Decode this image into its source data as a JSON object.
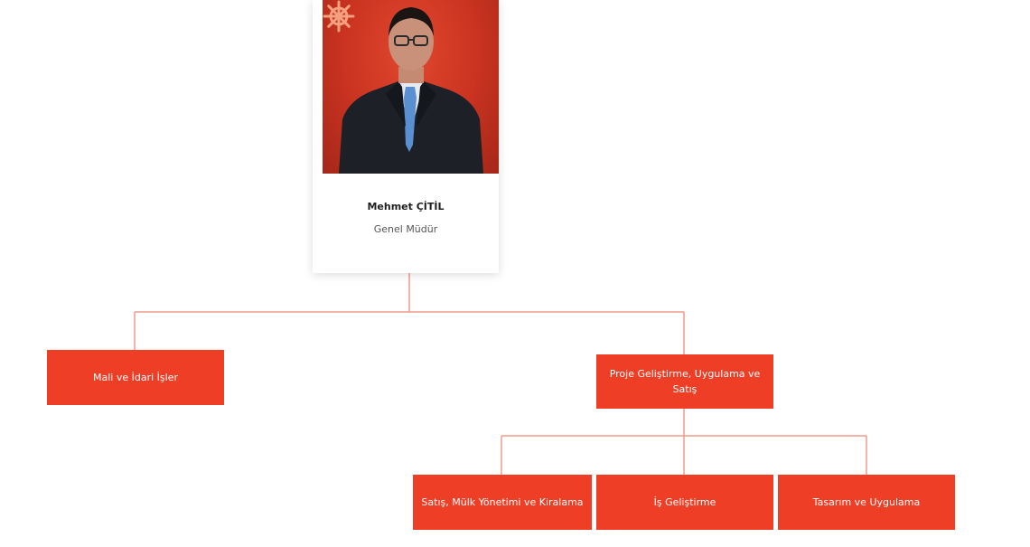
{
  "chart_data": {
    "type": "org-chart",
    "root": {
      "name": "Mehmet ÇİTİL",
      "title": "Genel Müdür",
      "children": [
        {
          "label": "Mali ve İdari İşler",
          "children": []
        },
        {
          "label": "Proje Geliştirme, Uygulama ve Satış",
          "children": [
            {
              "label": "Satış, Mülk Yönetimi ve Kiralama"
            },
            {
              "label": "İş Geliştirme"
            },
            {
              "label": "Tasarım ve Uygulama"
            }
          ]
        }
      ]
    }
  },
  "person": {
    "name": "Mehmet ÇİTİL",
    "title": "Genel Müdür",
    "badge_icon": "ship-wheel-icon"
  },
  "units": {
    "mali": "Mali ve İdari İşler",
    "proje": "Proje Geliştirme, Uygulama ve Satış",
    "satis": "Satış, Mülk Yönetimi ve Kiralama",
    "is_gelistirme": "İş Geliştirme",
    "tasarim": "Tasarım ve Uygulama"
  },
  "colors": {
    "accent": "#ee3e26",
    "connector": "#f19a8a",
    "text_dark": "#1f1f1f",
    "text_muted": "#555555"
  }
}
